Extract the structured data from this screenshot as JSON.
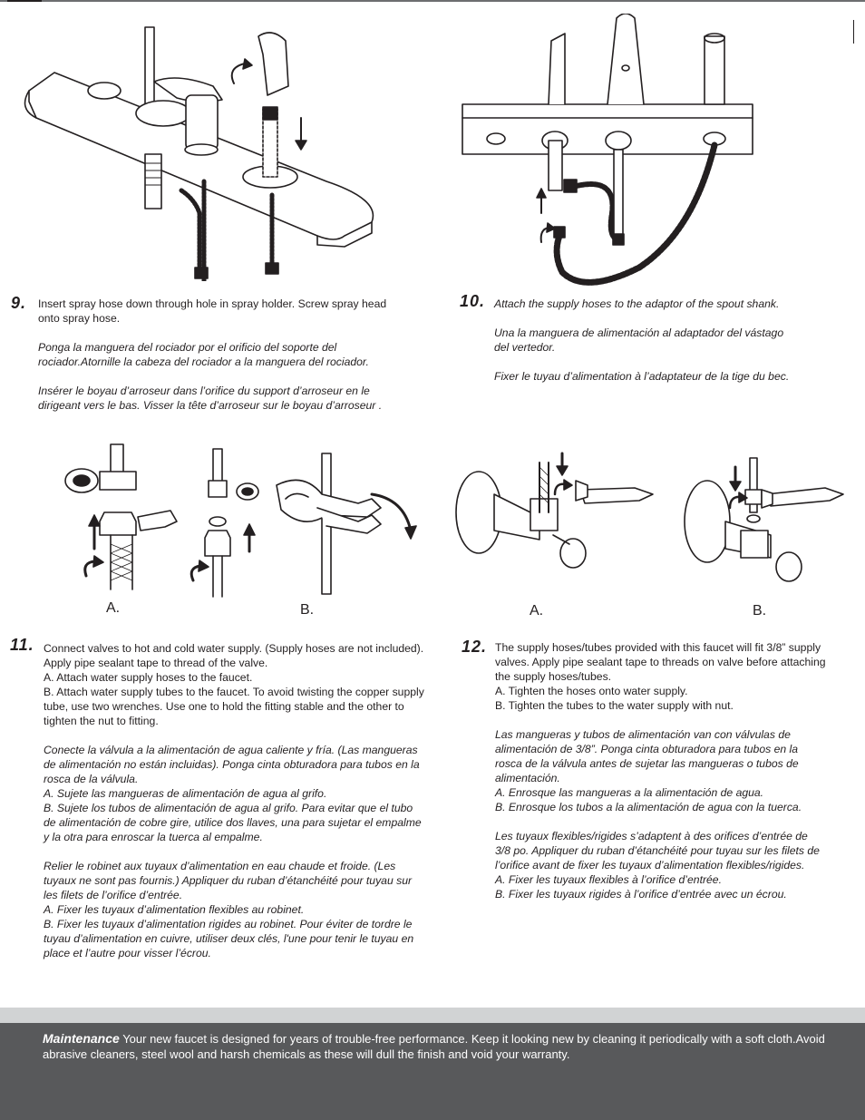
{
  "step9": {
    "number": "9.",
    "en": [
      "Insert spray hose down through hole in spray holder. Screw spray head",
      "onto spray hose."
    ],
    "es": [
      "Ponga la manguera del rociador por el orificio del soporte del",
      "rociador.Atornille la cabeza del rociador  a la manguera del rociador."
    ],
    "fr": [
      "Insérer le boyau d’arroseur dans l’orifice du support d’arroseur en le",
      "dirigeant vers le bas. Visser la tête d’arroseur  sur le boyau d’arroseur ."
    ]
  },
  "step10": {
    "number": "10.",
    "en": [
      "Attach the supply hoses to the adaptor of the spout shank."
    ],
    "es": [
      "Una la manguera de alimentación al adaptador del vástago",
      "del vertedor."
    ],
    "fr": [
      "Fixer le tuyau d’alimentation à l’adaptateur de la tige du bec."
    ]
  },
  "step11": {
    "number": "11.",
    "label_a": "A.",
    "label_b": "B.",
    "en": [
      "Connect valves to hot and cold water supply. (Supply hoses are not included).",
      "Apply pipe sealant tape to thread of the valve.",
      "A. Attach water supply hoses to the faucet.",
      "B. Attach water supply tubes to the faucet. To avoid twisting the copper supply",
      "tube, use two wrenches. Use one to hold the fitting stable and the other to",
      "tighten the nut to fitting."
    ],
    "es": [
      "Conecte la válvula a la alimentación de agua caliente y fría. (Las mangueras",
      "de alimentación no están incluidas). Ponga cinta obturadora para tubos en la",
      "rosca de la válvula.",
      "A. Sujete las mangueras de alimentación de agua al grifo.",
      "B. Sujete los tubos de alimentación de agua al grifo. Para evitar que el tubo",
      "de alimentación de cobre gire, utilice dos llaves, una para sujetar el empalme",
      "y la otra para enroscar la tuerca al empalme."
    ],
    "fr": [
      "Relier le robinet aux tuyaux d’alimentation en eau chaude et froide. (Les",
      "tuyaux ne sont pas fournis.) Appliquer du ruban d’étanchéité pour tuyau sur",
      "les filets de l’orifice d’entrée.",
      "A. Fixer les tuyaux d’alimentation flexibles au robinet.",
      "B. Fixer les tuyaux d’alimentation rigides au robinet. Pour éviter de tordre le",
      "tuyau d’alimentation en cuivre, utiliser deux clés, l'une pour tenir le tuyau en",
      "place et l’autre pour visser l’écrou."
    ]
  },
  "step12": {
    "number": "12.",
    "label_a": "A.",
    "label_b": "B.",
    "en": [
      "The supply hoses/tubes provided with this faucet will fit 3/8” supply",
      "valves. Apply pipe sealant tape to threads on valve before attaching",
      "the supply hoses/tubes.",
      "A. Tighten the hoses onto water supply.",
      "B. Tighten the tubes to the water supply with nut."
    ],
    "es": [
      "Las mangueras y tubos de alimentación van con válvulas de",
      "alimentación de 3/8”. Ponga cinta obturadora para tubos en la",
      "rosca de la válvula antes de sujetar las mangueras o tubos de",
      "alimentación.",
      "A. Enrosque las mangueras a la alimentación de agua.",
      "B. Enrosque los tubos a la alimentación de agua con la tuerca."
    ],
    "fr": [
      "Les tuyaux flexibles/rigides s’adaptent à des orifices d’entrée de",
      "3/8 po. Appliquer du ruban d’étanchéité pour tuyau sur les filets de",
      "l’orifice avant de fixer les tuyaux d’alimentation flexibles/rigides.",
      "A. Fixer les tuyaux flexibles à l’orifice d’entrée.",
      "B. Fixer les tuyaux rigides à l’orifice d’entrée avec un écrou."
    ]
  },
  "maintenance": {
    "heading": "Maintenance",
    "body": "Your new faucet is designed for years of trouble-free performance. Keep it looking new by cleaning it periodically with a soft cloth.Avoid abrasive cleaners, steel wool and harsh chemicals as these  will dull the finish and void your warranty."
  }
}
